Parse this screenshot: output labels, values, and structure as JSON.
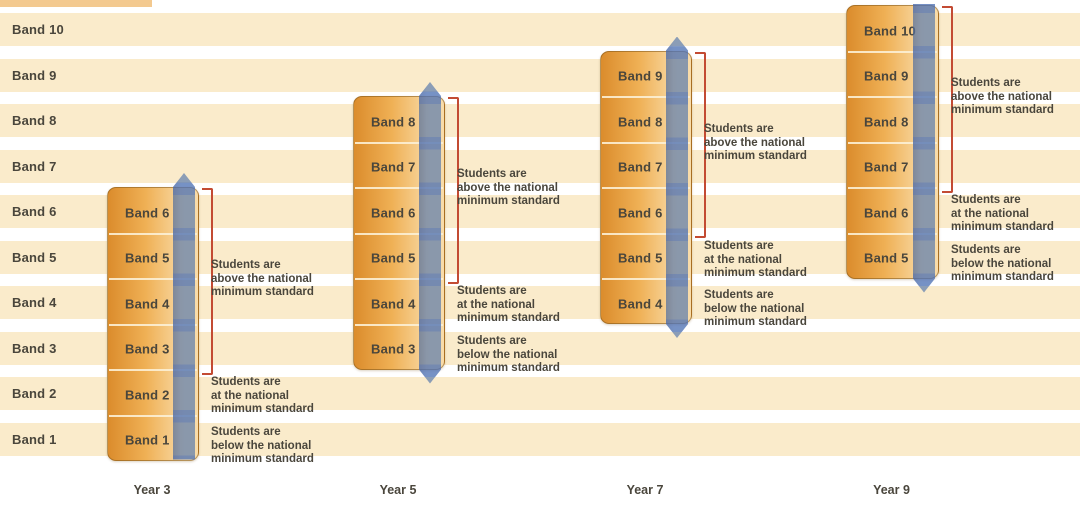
{
  "title_hidden": "",
  "colors": {
    "stripe_cream": "#FAEBCB",
    "top_partial_stripe": "#F3C98F",
    "box_gradient_left": "#DB8C2C",
    "box_gradient_mid": "#EFB055",
    "box_gradient_right": "#F9DCA9",
    "arrow_blue": "rgba(86,119,172,0.68)",
    "arrow_band_tint": "rgba(62,99,190,0.28)",
    "bracket_red": "#C34B33",
    "text_dark": "#4A463C"
  },
  "axis": {
    "band_rows": [
      "Band 10",
      "Band 9",
      "Band 8",
      "Band 7",
      "Band 6",
      "Band 5",
      "Band 4",
      "Band 3",
      "Band 2",
      "Band 1"
    ]
  },
  "columns": [
    {
      "year_label": "Year 3",
      "box_bands": [
        "Band 6",
        "Band 5",
        "Band 4",
        "Band 3",
        "Band 2",
        "Band 1"
      ],
      "top_band": 6,
      "bottom_band": 1,
      "above_top_band": 6,
      "above_bottom_band": 3,
      "at_band": 2,
      "below_band": 1,
      "arrow_top": true,
      "arrow_bottom": false,
      "annotations": {
        "above": [
          "Students are",
          "above the national",
          "minimum standard"
        ],
        "at": [
          "Students are",
          "at the national",
          "minimum standard"
        ],
        "below": [
          "Students are",
          "below the national",
          "minimum standard"
        ]
      }
    },
    {
      "year_label": "Year 5",
      "box_bands": [
        "Band 8",
        "Band 7",
        "Band 6",
        "Band 5",
        "Band 4",
        "Band 3"
      ],
      "top_band": 8,
      "bottom_band": 3,
      "above_top_band": 8,
      "above_bottom_band": 5,
      "at_band": 4,
      "below_band": 3,
      "arrow_top": true,
      "arrow_bottom": true,
      "annotations": {
        "above": [
          "Students are",
          "above the national",
          "minimum standard"
        ],
        "at": [
          "Students are",
          "at the national",
          "minimum standard"
        ],
        "below": [
          "Students are",
          "below the national",
          "minimum standard"
        ]
      }
    },
    {
      "year_label": "Year 7",
      "box_bands": [
        "Band 9",
        "Band 8",
        "Band 7",
        "Band 6",
        "Band 5",
        "Band 4"
      ],
      "top_band": 9,
      "bottom_band": 4,
      "above_top_band": 9,
      "above_bottom_band": 6,
      "at_band": 5,
      "below_band": 4,
      "arrow_top": true,
      "arrow_bottom": true,
      "annotations": {
        "above": [
          "Students are",
          "above the national",
          "minimum standard"
        ],
        "at": [
          "Students are",
          "at the national",
          "minimum standard"
        ],
        "below": [
          "Students are",
          "below the national",
          "minimum standard"
        ]
      }
    },
    {
      "year_label": "Year 9",
      "box_bands": [
        "Band 10",
        "Band 9",
        "Band 8",
        "Band 7",
        "Band 6",
        "Band 5"
      ],
      "top_band": 10,
      "bottom_band": 5,
      "above_top_band": 10,
      "above_bottom_band": 7,
      "at_band": 6,
      "below_band": 5,
      "arrow_top": false,
      "arrow_bottom": true,
      "annotations": {
        "above": [
          "Students are",
          "above the national",
          "minimum standard"
        ],
        "at": [
          "Students are",
          "at the national",
          "minimum standard"
        ],
        "below": [
          "Students are",
          "below the national",
          "minimum standard"
        ]
      }
    }
  ]
}
